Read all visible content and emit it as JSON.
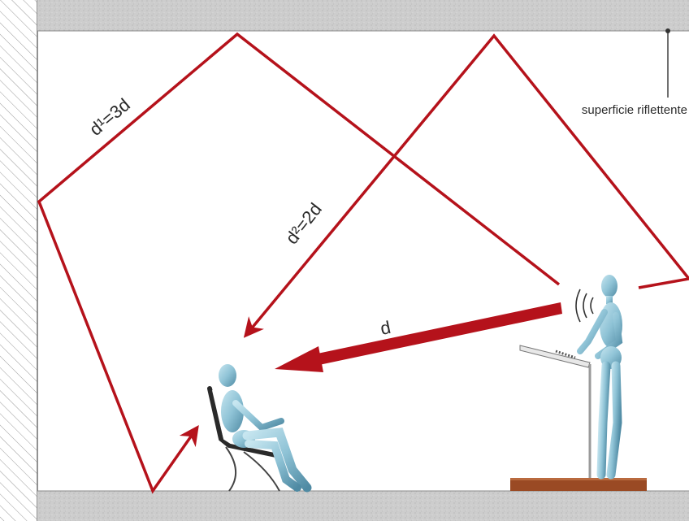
{
  "labels": {
    "reflective_surface": "superficie riflettente",
    "path_direct": "d",
    "path_first_reflection": "d¹=3d",
    "path_second_reflection": "d²=2d"
  },
  "colors": {
    "ray": "#b5121b",
    "wall": "#c8c8c8",
    "figure": "#8fc3d6",
    "platform": "#9a4a24"
  },
  "icons": {
    "speaker_waves": "sound-waves-icon",
    "listener": "seated-mannequin-icon",
    "speaker": "standing-mannequin-icon"
  }
}
